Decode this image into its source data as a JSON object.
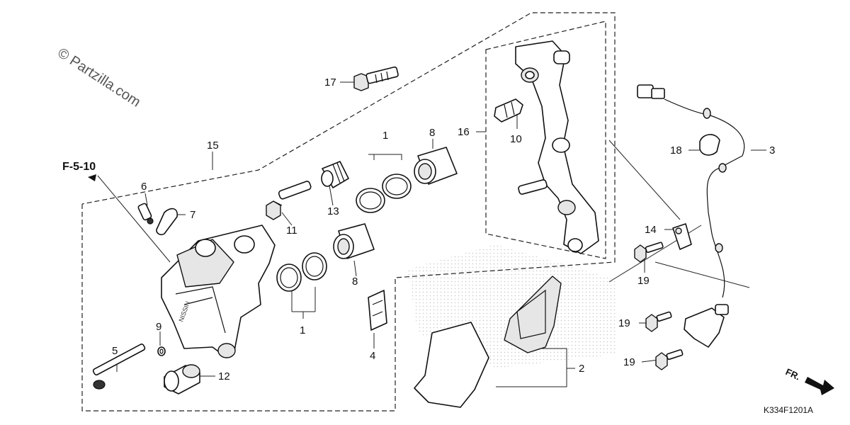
{
  "watermark": "© Partzilla.com",
  "diagram_code": "K334F1201A",
  "direction_indicator": "FR.",
  "reference_link": "F-5-10",
  "callouts": {
    "c1a": "1",
    "c1b": "1",
    "c2": "2",
    "c3": "3",
    "c4": "4",
    "c5": "5",
    "c6": "6",
    "c7": "7",
    "c8a": "8",
    "c8b": "8",
    "c9": "9",
    "c10": "10",
    "c11": "11",
    "c12": "12",
    "c13": "13",
    "c14": "14",
    "c15": "15",
    "c16": "16",
    "c17": "17",
    "c18": "18",
    "c19a": "19",
    "c19b": "19",
    "c19c": "19"
  },
  "caliper_marking": "NISSIN"
}
